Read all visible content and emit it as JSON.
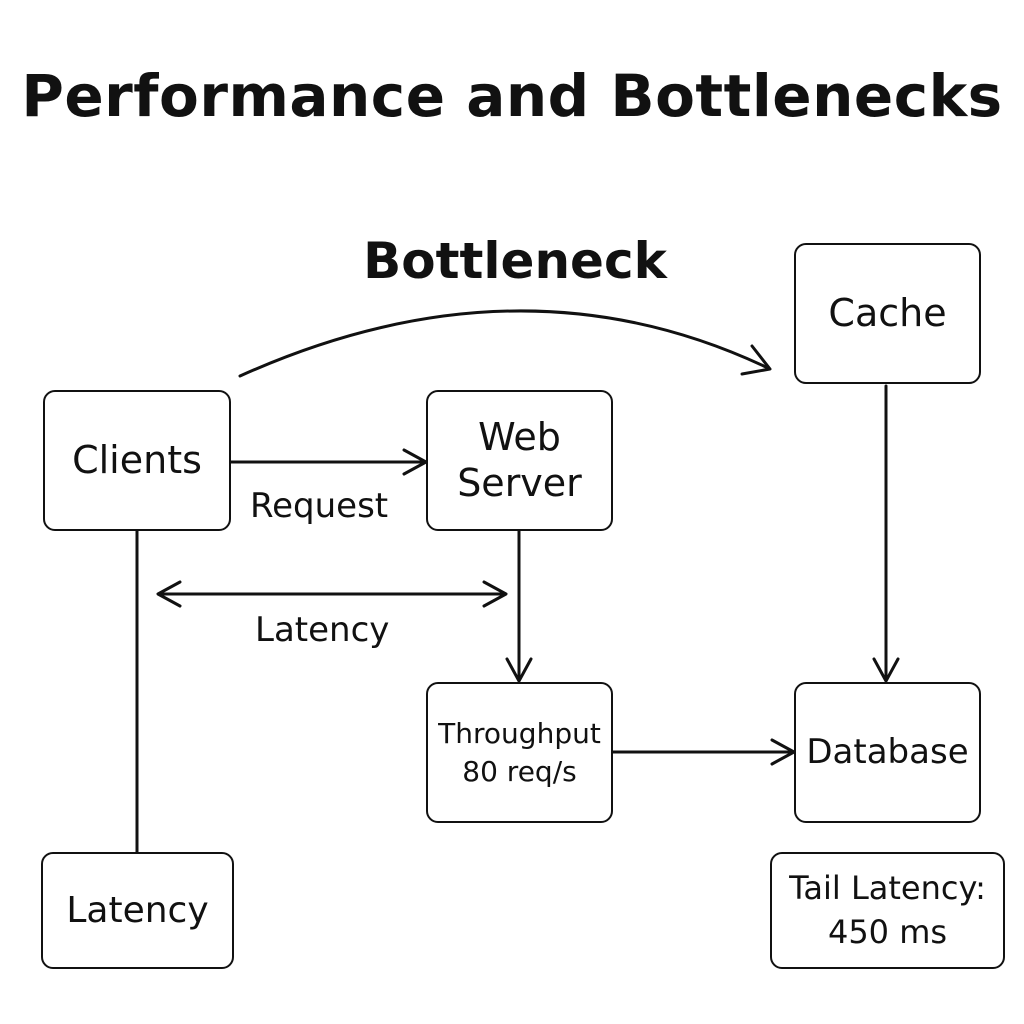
{
  "title": "Performance and Bottlenecks",
  "bottleneck_label": "Bottleneck",
  "nodes": {
    "clients": "Clients",
    "web_server_line1": "Web",
    "web_server_line2": "Server",
    "cache": "Cache",
    "throughput_line1": "Throughput",
    "throughput_line2": "80 req/s",
    "database": "Database",
    "latency": "Latency",
    "tail_latency_line1": "Tail Latency:",
    "tail_latency_line2": "450 ms"
  },
  "edge_labels": {
    "request": "Request",
    "latency": "Latency"
  }
}
